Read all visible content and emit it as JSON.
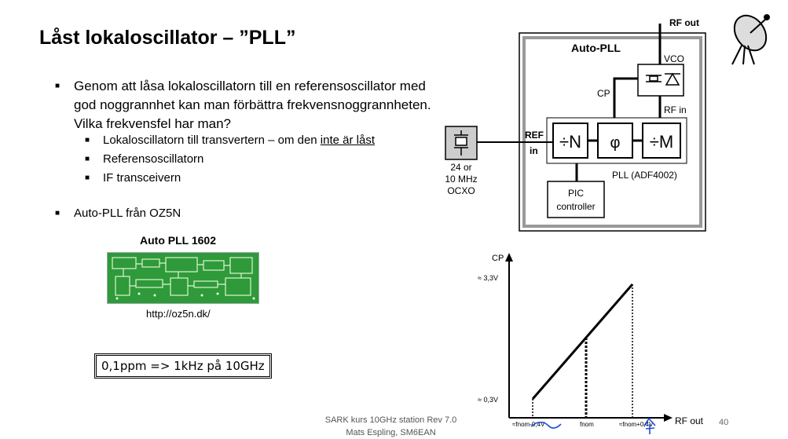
{
  "slide": {
    "title": "Låst lokaloscillator – ”PLL”",
    "bullet_main": "Genom att låsa lokaloscillatorn till en referensoscillator med god noggrannhet kan man förbättra frekvensnoggrannheten. Vilka frekvensfel har man?",
    "sub_bullets": {
      "first_prefix": "Lokaloscillatorn till transvertern – om den ",
      "first_underlined": "inte är låst",
      "second": "Referensoscillatorn",
      "third": "IF transceivern"
    },
    "bullet_autopll": "Auto-PLL från OZ5N",
    "board_caption": "Auto PLL 1602",
    "board_url": "http://oz5n.dk/",
    "ppm_box": "0,1ppm => 1kHz på 10GHz",
    "footer_line1": "SARK kurs 10GHz station Rev 7.0",
    "footer_line2": "Mats Espling, SM6EAN",
    "page_number": "40"
  },
  "diagram": {
    "rf_out": "RF out",
    "auto_pll": "Auto-PLL",
    "vco": "VCO",
    "cp": "CP",
    "rf_in": "RF in",
    "ref": "REF",
    "ref_in": "in",
    "div_n": "÷N",
    "phi": "φ",
    "div_m": "÷M",
    "pll_label": "PLL (ADF4002)",
    "ocxo_line1": "24 or",
    "ocxo_line2": "10 MHz",
    "ocxo_line3": "OCXO",
    "pic_line1": "PIC",
    "pic_line2": "controller"
  },
  "graph": {
    "y_axis": "CP",
    "y_high": "≈ 3,3V",
    "y_low": "≈ 0,3V",
    "x_axis": "RF out",
    "x_left": "≈fnom-0,4V",
    "x_mid": "fnom",
    "x_right": "≈fnom+0,4V"
  },
  "colors": {
    "board_green": "#2e9a3a",
    "ink_blue": "#1a4fd8"
  }
}
